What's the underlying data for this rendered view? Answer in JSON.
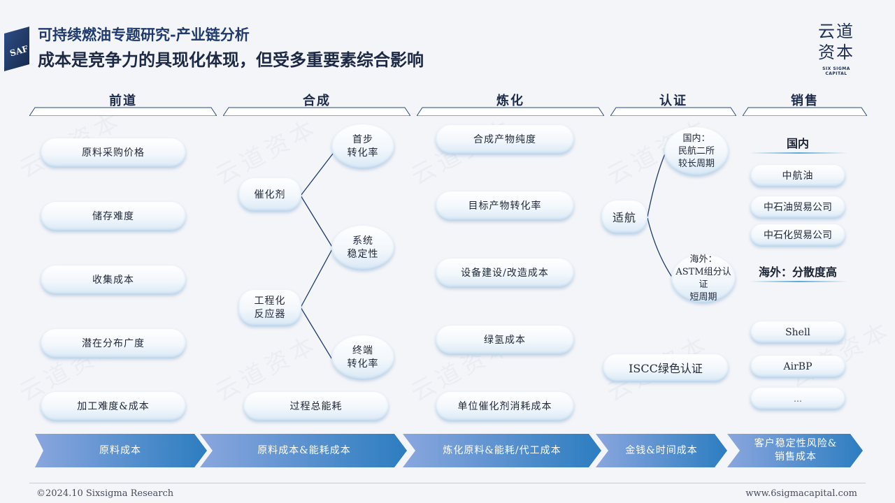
{
  "header": {
    "logo_text": "SAF",
    "title": "可持续燃油专题研究-产业链分析",
    "subtitle": "成本是竞争力的具现化体现，但受多重要素综合影响",
    "brand_cn_line1": "云道",
    "brand_cn_line2": "资本",
    "brand_en": "SIX SIGMA CAPITAL"
  },
  "sections": [
    "前道",
    "合成",
    "炼化",
    "认证",
    "销售"
  ],
  "qiandao": [
    "原料采购价格",
    "储存难度",
    "收集成本",
    "潜在分布广度",
    "加工难度&成本"
  ],
  "hecheng": {
    "catalyst": "催化剂",
    "reactor_l1": "工程化",
    "reactor_l2": "反应器",
    "first_l1": "首步",
    "first_l2": "转化率",
    "stable_l1": "系统",
    "stable_l2": "稳定性",
    "final_l1": "终端",
    "final_l2": "转化率",
    "energy": "过程总能耗"
  },
  "lianhua": [
    "合成产物纯度",
    "目标产物转化率",
    "设备建设/改造成本",
    "绿氢成本",
    "单位催化剂消耗成本"
  ],
  "renzheng": {
    "airworthy": "适航",
    "domestic_l1": "国内：",
    "domestic_l2": "民航二所",
    "domestic_l3": "较长周期",
    "overseas_l1": "海外：",
    "overseas_l2": "ASTM组分认证",
    "overseas_l3": "短周期",
    "iscc": "ISCC绿色认证"
  },
  "xiaoshou": {
    "domestic_head": "国内",
    "domestic": [
      "中航油",
      "中石油贸易公司",
      "中石化贸易公司"
    ],
    "overseas_head": "海外：分散度高",
    "overseas": [
      "Shell",
      "AirBP",
      "…"
    ]
  },
  "cost_arrows": [
    {
      "l1": "原料成本",
      "l2": ""
    },
    {
      "l1": "原料成本&能耗成本",
      "l2": ""
    },
    {
      "l1": "炼化原料&能耗/代工成本",
      "l2": ""
    },
    {
      "l1": "金钱&时间成本",
      "l2": ""
    },
    {
      "l1": "客户稳定性风险&",
      "l2": "销售成本"
    }
  ],
  "colors": {
    "arrow_light": "#7d9ad8",
    "arrow_dark": "#2f7fc2",
    "pill_shadow": "#d8e8f5"
  },
  "footer": {
    "left": "©2024.10 Sixsigma Research",
    "right": "www.6sigmacapital.com"
  }
}
